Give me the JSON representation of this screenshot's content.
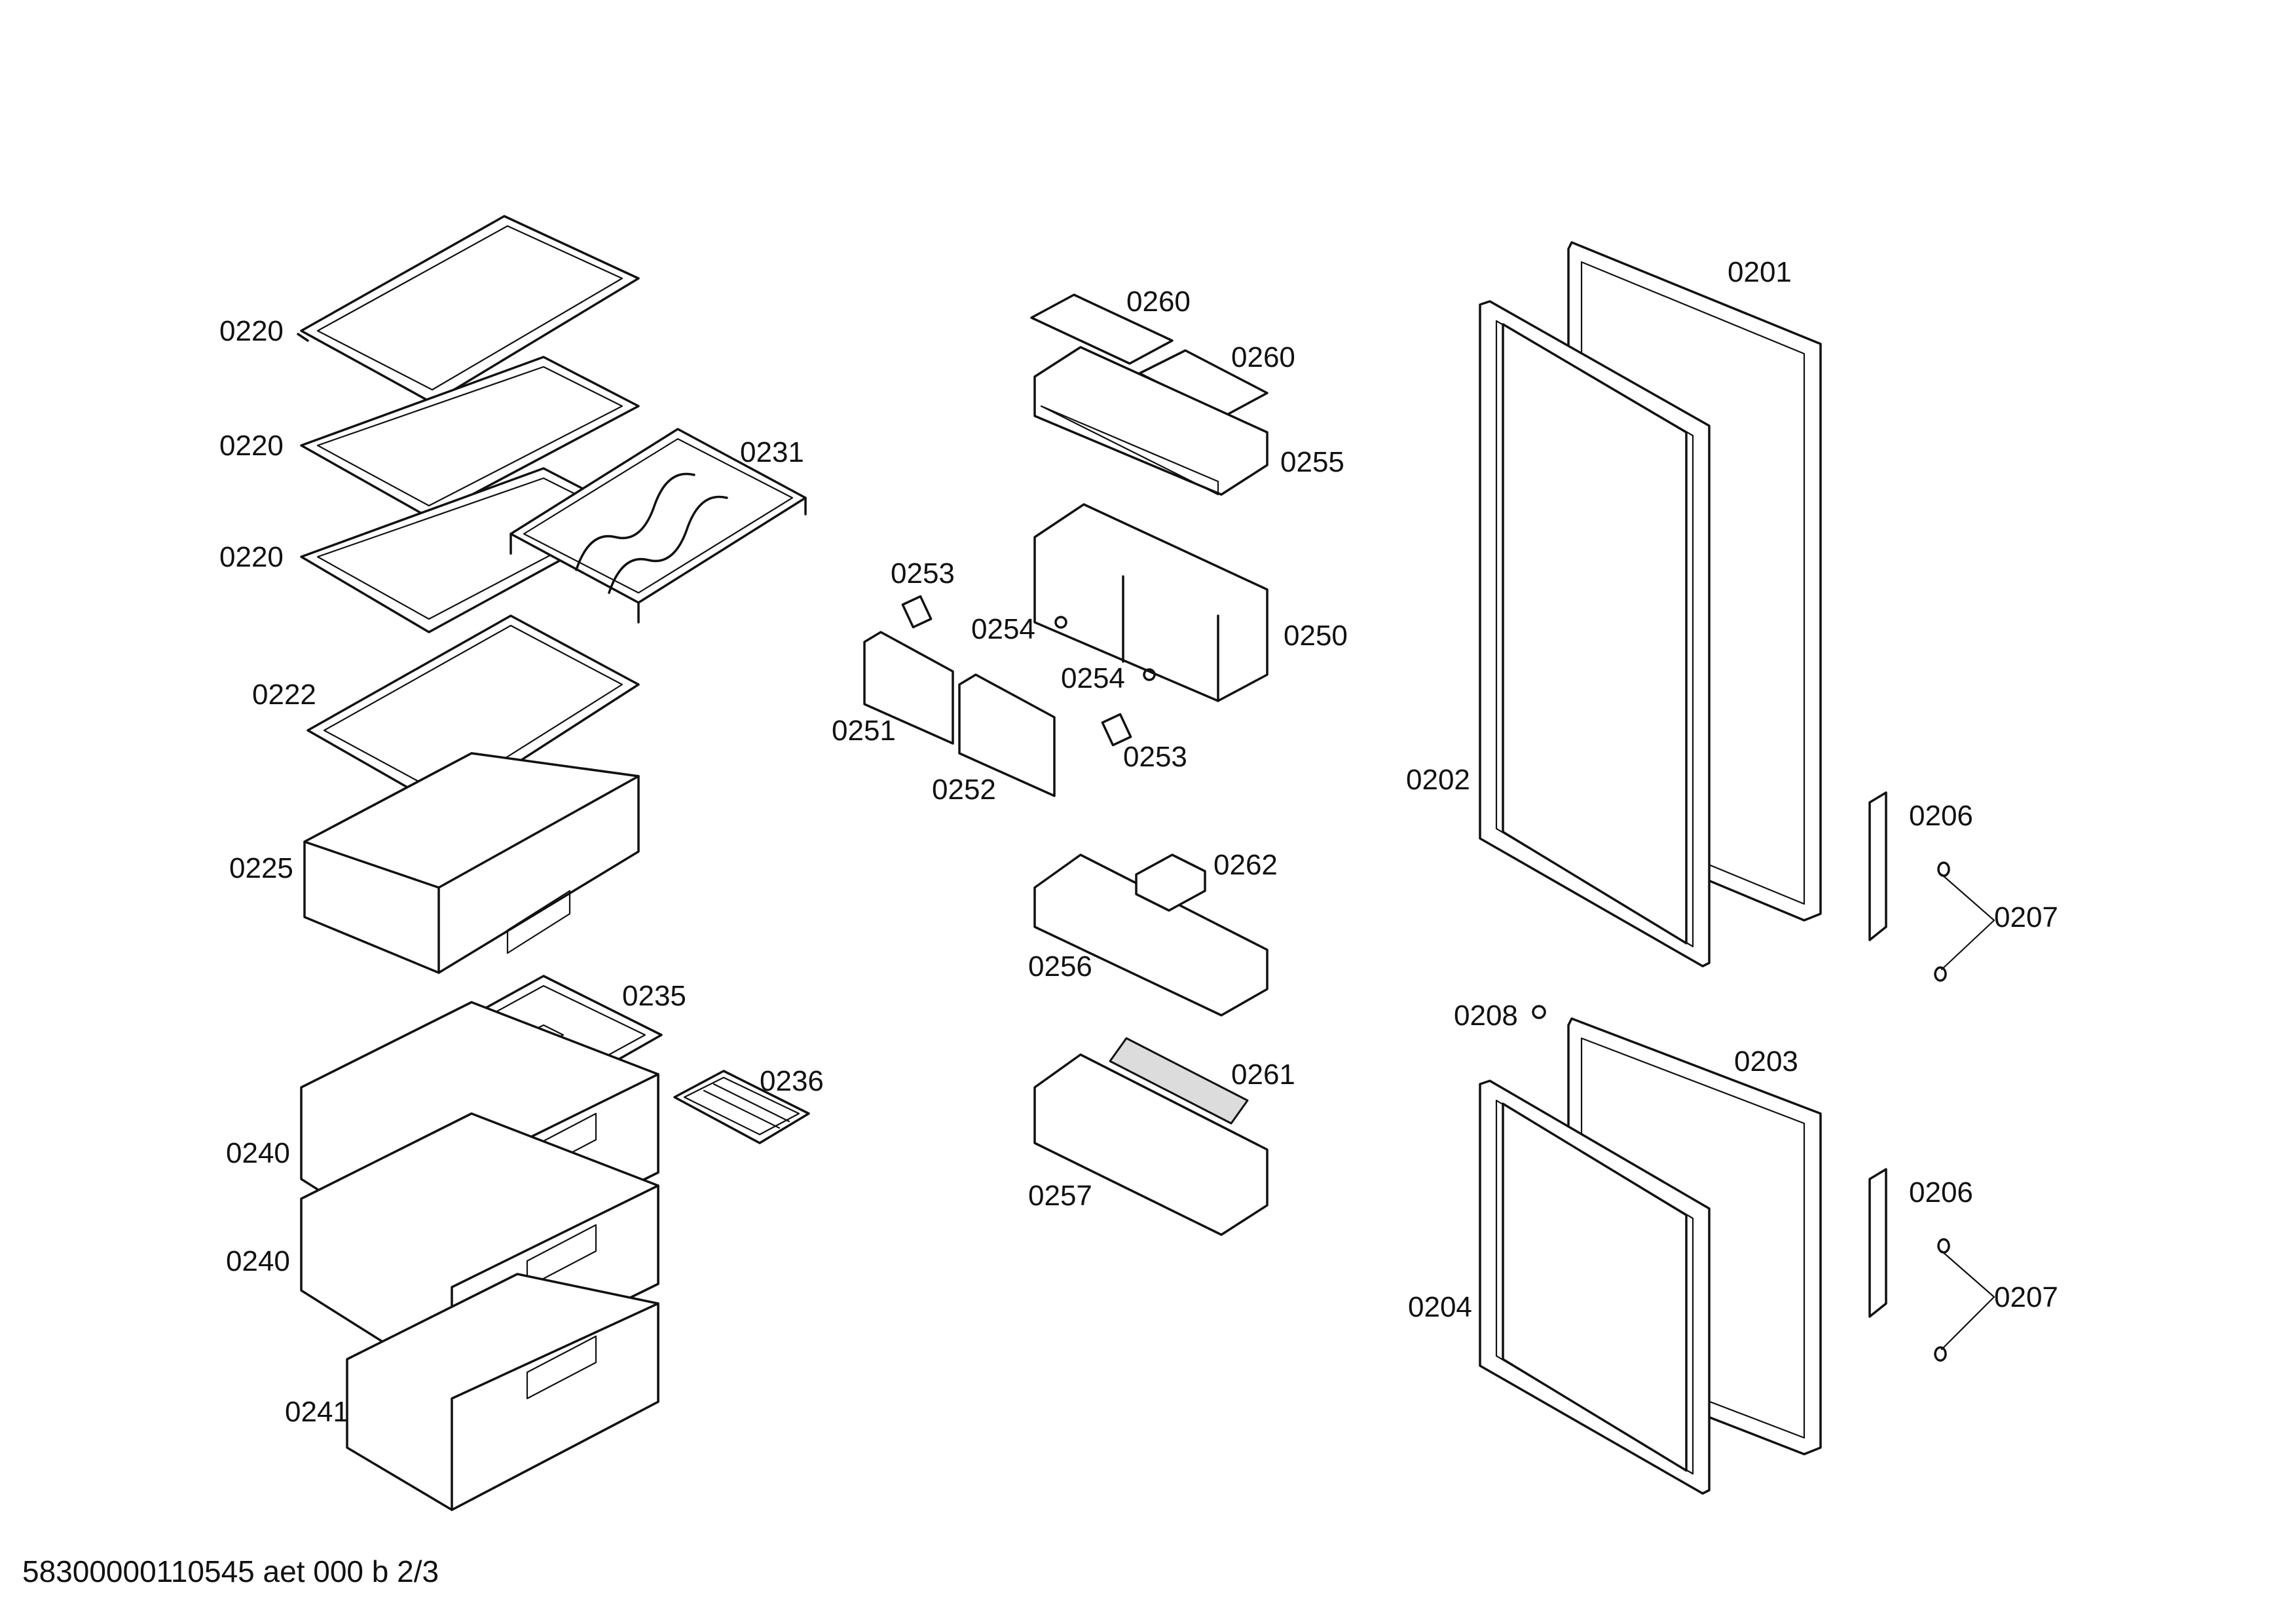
{
  "footer_text": "58300000110545 aet 000 b 2/3",
  "callouts": {
    "c0220a": "0220",
    "c0220b": "0220",
    "c0220c": "0220",
    "c0222": "0222",
    "c0225": "0225",
    "c0231": "0231",
    "c0235": "0235",
    "c0236": "0236",
    "c0240a": "0240",
    "c0240b": "0240",
    "c0241": "0241",
    "c0260a": "0260",
    "c0260b": "0260",
    "c0255": "0255",
    "c0253a": "0253",
    "c0254a": "0254",
    "c0250": "0250",
    "c0254b": "0254",
    "c0251": "0251",
    "c0253b": "0253",
    "c0252": "0252",
    "c0262": "0262",
    "c0256": "0256",
    "c0261": "0261",
    "c0257": "0257",
    "c0201": "0201",
    "c0202": "0202",
    "c0206a": "0206",
    "c0207a": "0207",
    "c0208": "0208",
    "c0203": "0203",
    "c0206b": "0206",
    "c0207b": "0207",
    "c0204": "0204"
  }
}
